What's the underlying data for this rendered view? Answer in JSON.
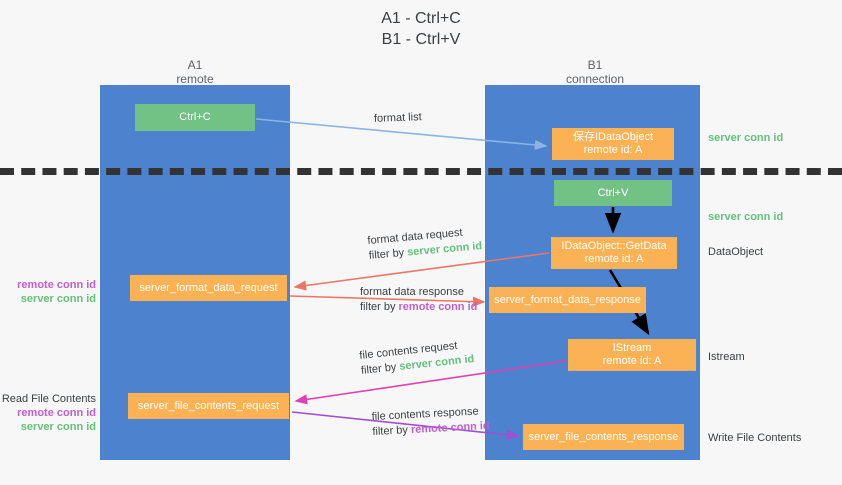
{
  "title": "A1 - Ctrl+C\nB1 - Ctrl+V",
  "colors": {
    "background": "#f7f7f7",
    "lane": "#4c82ce",
    "box_green": "#72c285",
    "box_orange": "#fbb254",
    "server_conn": "#64c07e",
    "remote_conn": "#c05fd0",
    "divider": "#333333",
    "arrow_format_list": "#8ab4e8",
    "arrow_format_data": "#e8776a",
    "arrow_file_request": "#e040b0",
    "arrow_file_response": "#a14fd0",
    "arrow_black": "#000000"
  },
  "lanes": [
    {
      "id": "a1",
      "title": "A1",
      "subtitle": "remote",
      "header": "A1\nremote"
    },
    {
      "id": "b1",
      "title": "B1",
      "subtitle": "connection",
      "header": "B1\nconnection"
    }
  ],
  "boxes": {
    "ctrl_c": "Ctrl+C",
    "save_idataobject": "保存IDataObject\nremote id: A",
    "ctrl_v": "Ctrl+V",
    "idataobject_getdata": "IDataObject::GetData\nremote id: A",
    "istream": "IStream\nremote id: A",
    "server_format_data_request": "server_format_data_request",
    "server_format_data_response": "server_format_data_response",
    "server_file_contents_request": "server_file_contents_request",
    "server_file_contents_response": "server_file_contents_response"
  },
  "edge_labels": {
    "format_list": "format list",
    "format_data_request": "format data request",
    "format_data_request_filter_prefix": "filter by ",
    "format_data_request_filter_value": "server conn id",
    "format_data_response": "format data response",
    "format_data_response_filter_prefix": "filter by ",
    "format_data_response_filter_value": "remote conn id",
    "file_contents_request": "file contents request",
    "file_contents_request_filter_prefix": "filter by ",
    "file_contents_request_filter_value": "server conn id",
    "file_contents_response": "file contents response",
    "file_contents_response_filter_prefix": "filter by ",
    "file_contents_response_filter_value": "remote conn id"
  },
  "annotations": {
    "right": {
      "server_conn_id_1": "server conn id",
      "server_conn_id_2": "server conn id",
      "dataobject": "DataObject",
      "istream": "Istream",
      "write_file_contents": "Write File Contents"
    },
    "left": {
      "remote_conn_id_1": "remote conn id",
      "server_conn_id_1": "server conn id",
      "read_file_contents": "Read File Contents",
      "remote_conn_id_2": "remote conn id",
      "server_conn_id_2": "server conn id"
    }
  }
}
